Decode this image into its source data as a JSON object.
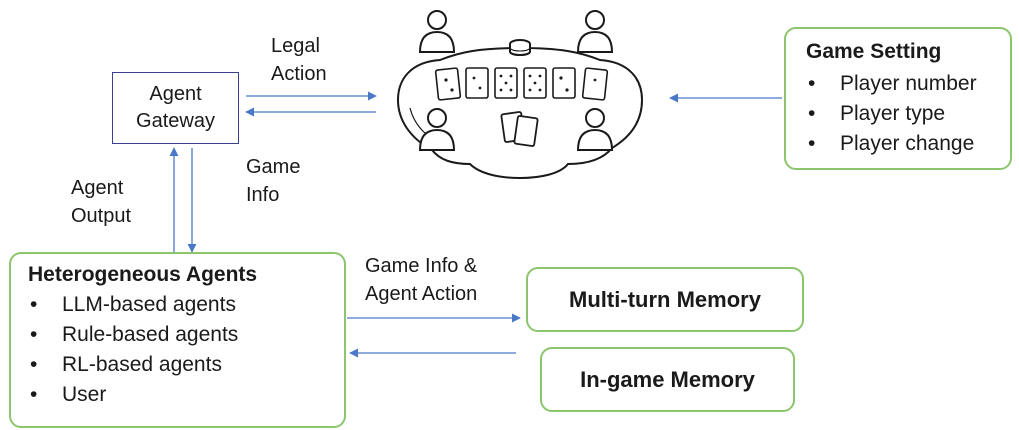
{
  "gateway": {
    "line1": "Agent",
    "line2": "Gateway"
  },
  "arrow_labels": {
    "legal_action": {
      "line1": "Legal",
      "line2": "Action"
    },
    "game_info": {
      "line1": "Game",
      "line2": "Info"
    },
    "agent_output": {
      "line1": "Agent",
      "line2": "Output"
    },
    "game_info_agent_action": {
      "line1": "Game Info &",
      "line2": "Agent Action"
    }
  },
  "game_setting": {
    "title": "Game Setting",
    "items": [
      "Player number",
      "Player type",
      "Player change"
    ]
  },
  "agents": {
    "title": "Heterogeneous Agents",
    "items": [
      "LLM-based agents",
      "Rule-based agents",
      "RL-based agents",
      "User"
    ]
  },
  "memory": {
    "multi_turn": "Multi-turn Memory",
    "in_game": "In-game Memory"
  },
  "colors": {
    "arrow": "#4a78c9",
    "green_border": "#8cc56b",
    "gateway_border": "#3a3f8f"
  }
}
